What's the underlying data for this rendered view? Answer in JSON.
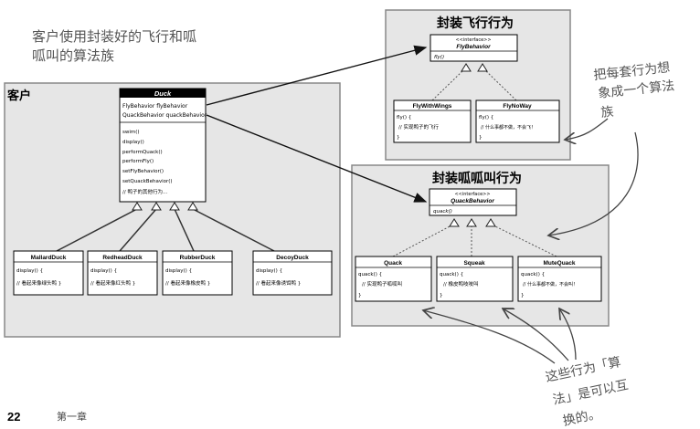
{
  "annotations": {
    "top_left_line1": "客户使用封装好的飞行和呱",
    "top_left_line2": "呱叫的算法族",
    "right_note_line1": "把每套行为想",
    "right_note_line2": "象成一个算法",
    "right_note_line3": "族",
    "bottom_note_line1": "这些行为「算",
    "bottom_note_line2": "法」是可以互",
    "bottom_note_line3": "换的。"
  },
  "panes": {
    "client_title": "客户",
    "fly_title": "封装飞行行为",
    "quack_title": "封装呱呱叫行为"
  },
  "duck": {
    "name": "Duck",
    "fields": [
      "FlyBehavior flyBehavior",
      "QuackBehavior quackBehavior"
    ],
    "methods": [
      "swim()",
      "display()",
      "performQuack()",
      "performFly()",
      "setFlyBehavior()",
      "setQuackBehavior()",
      "// 鸭子的其他行为..."
    ]
  },
  "subclasses": [
    {
      "name": "MallardDuck",
      "line1": "display() {",
      "line2": "// 看起来像绿头鸭 }"
    },
    {
      "name": "RedheadDuck",
      "line1": "display() {",
      "line2": "// 看起来像红头鸭 }"
    },
    {
      "name": "RubberDuck",
      "line1": "display() {",
      "line2": "// 看起来像橡皮鸭 }"
    },
    {
      "name": "DecoyDuck",
      "line1": "display() {",
      "line2": "// 看起来像诱饵鸭 }"
    }
  ],
  "fly_behavior": {
    "stereotype": "<<interface>>",
    "name": "FlyBehavior",
    "method": "fly()"
  },
  "fly_impls": [
    {
      "name": "FlyWithWings",
      "line1": "fly() {",
      "line2": "// 实现鸭子的飞行",
      "line3": "}"
    },
    {
      "name": "FlyNoWay",
      "line1": "fly() {",
      "line2": "// 什么事都不做，不会飞！",
      "line3": "}"
    }
  ],
  "quack_behavior": {
    "stereotype": "<<interface>>",
    "name": "QuackBehavior",
    "method": "quack()"
  },
  "quack_impls": [
    {
      "name": "Quack",
      "line1": "quack() {",
      "line2": "// 实现鸭子呱呱叫",
      "line3": "}"
    },
    {
      "name": "Squeak",
      "line1": "quack() {",
      "line2": "// 橡皮鸭吱吱叫",
      "line3": "}"
    },
    {
      "name": "MuteQuack",
      "line1": "quack() {",
      "line2": "// 什么事都不做，不会叫！",
      "line3": "}"
    }
  ],
  "footer": {
    "page_number": "22",
    "chapter": "第一章"
  }
}
